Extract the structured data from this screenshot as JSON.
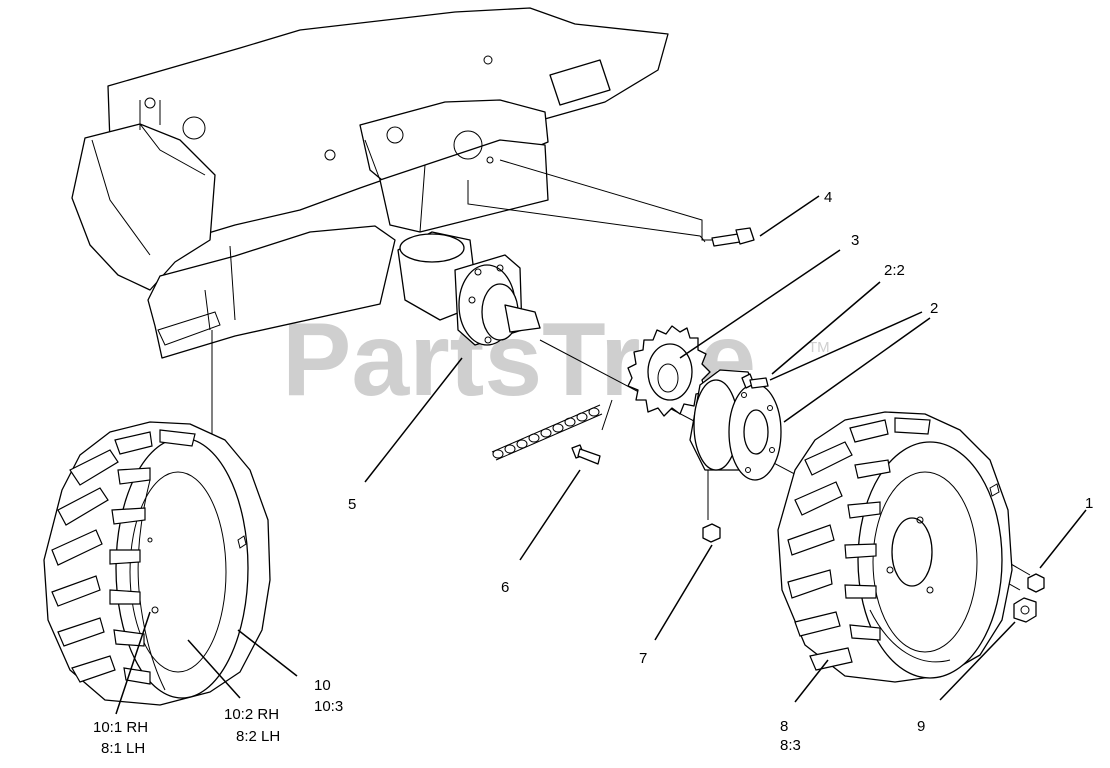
{
  "watermark": {
    "text": "PartsTree",
    "trademark": "TM"
  },
  "callouts": [
    {
      "id": "c1",
      "text": "1"
    },
    {
      "id": "c2",
      "text": "2"
    },
    {
      "id": "c22",
      "text": "2:2"
    },
    {
      "id": "c3",
      "text": "3"
    },
    {
      "id": "c4",
      "text": "4"
    },
    {
      "id": "c5",
      "text": "5"
    },
    {
      "id": "c6",
      "text": "6"
    },
    {
      "id": "c7",
      "text": "7"
    },
    {
      "id": "c8a",
      "text": "8"
    },
    {
      "id": "c8b",
      "text": "8:3"
    },
    {
      "id": "c9",
      "text": "9"
    },
    {
      "id": "c10a",
      "text": "10"
    },
    {
      "id": "c10b",
      "text": "10:3"
    },
    {
      "id": "c101a",
      "text": "10:1 RH"
    },
    {
      "id": "c101b",
      "text": "8:1 LH"
    },
    {
      "id": "c102a",
      "text": "10:2 RH"
    },
    {
      "id": "c102b",
      "text": "8:2 LH"
    }
  ]
}
